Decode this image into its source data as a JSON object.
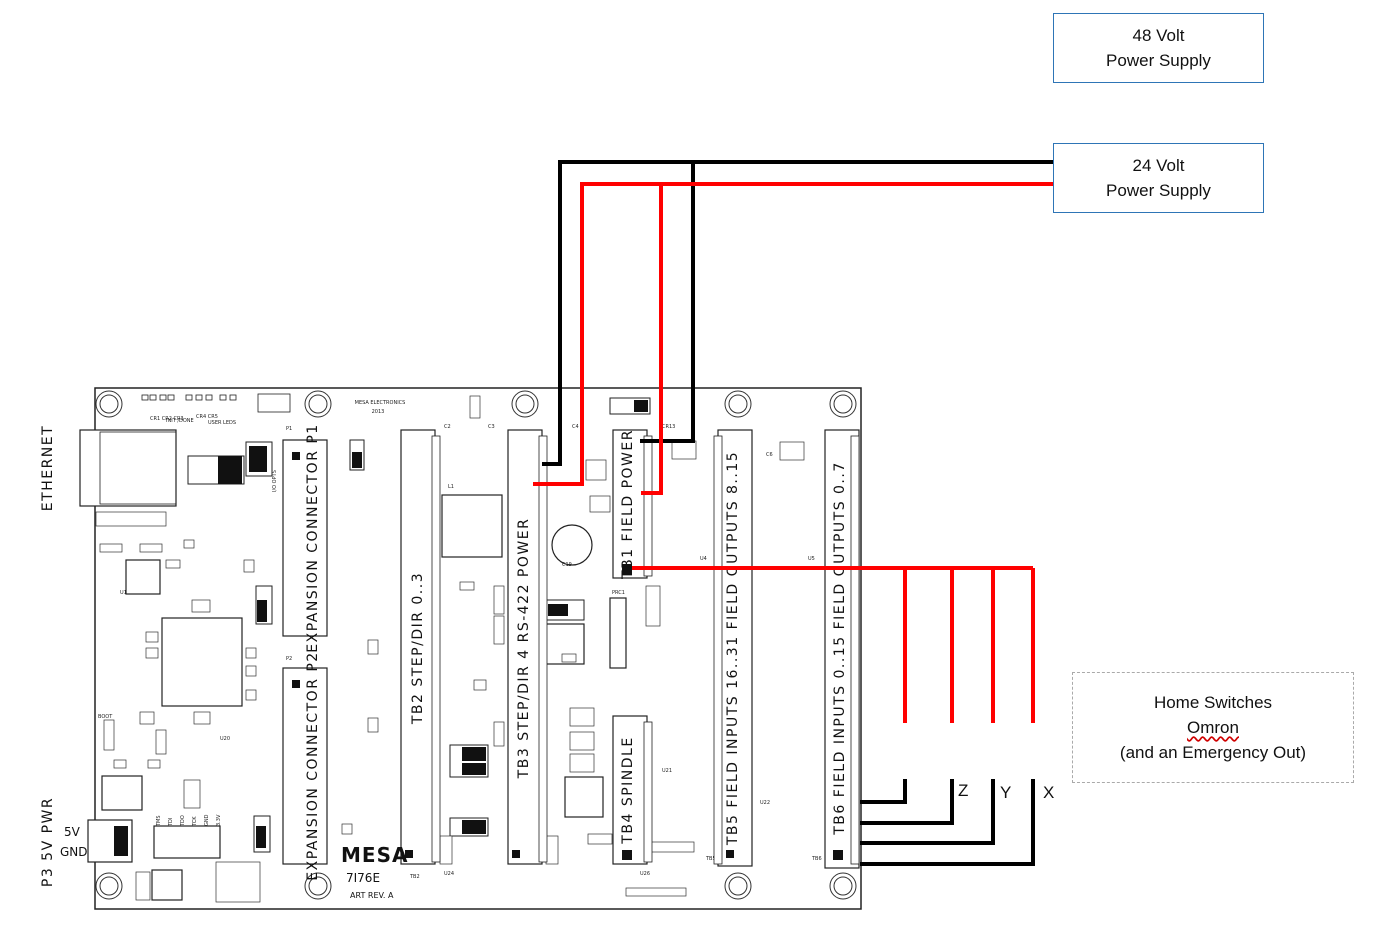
{
  "power_supplies": {
    "v48": {
      "line1": "48 Volt",
      "line2": "Power Supply"
    },
    "v24": {
      "line1": "24 Volt",
      "line2": "Power Supply"
    }
  },
  "home_switches": {
    "line1": "Home Switches",
    "line2": "Omron",
    "line3": "(and an Emergency Out)"
  },
  "axis_labels": {
    "z": "Z",
    "y": "Y",
    "x": "X"
  },
  "board": {
    "maker": "MESA ELECTRONICS",
    "year": "2013",
    "logo": "MESA",
    "model": "7I76E",
    "art_rev": "ART REV. A",
    "ethernet": "ETHERNET",
    "p3_label": "P3 5V PWR",
    "v5": "5V",
    "gnd": "GND",
    "exp_p1": "EXPANSION CONNECTOR P1",
    "exp_p2": "EXPANSION CONNECTOR P2",
    "tb2": "TB2 STEP/DIR 0..3",
    "tb3": "TB3 STEP/DIR 4 RS-422 POWER",
    "tb1": "TB1 FIELD POWER",
    "tb4": "TB4 SPINDLE",
    "tb5": "TB5 FIELD INPUTS 16..31 FIELD OUTPUTS 8..15",
    "tb6": "TB6 FIELD INPUTS 0..15 FIELD OUTPUTS 0..7",
    "init_done": "INIT /DONE",
    "user_leds": "USER LEDS",
    "io_opts": "I/O OPTS",
    "boot": "BOOT",
    "jtag": [
      "TMS",
      "TDI",
      "TDO",
      "TCK",
      "GND",
      "3.3V"
    ]
  },
  "colors": {
    "wire_black": "#000000",
    "wire_red": "#ff0000",
    "box_border": "#2e75b6"
  }
}
